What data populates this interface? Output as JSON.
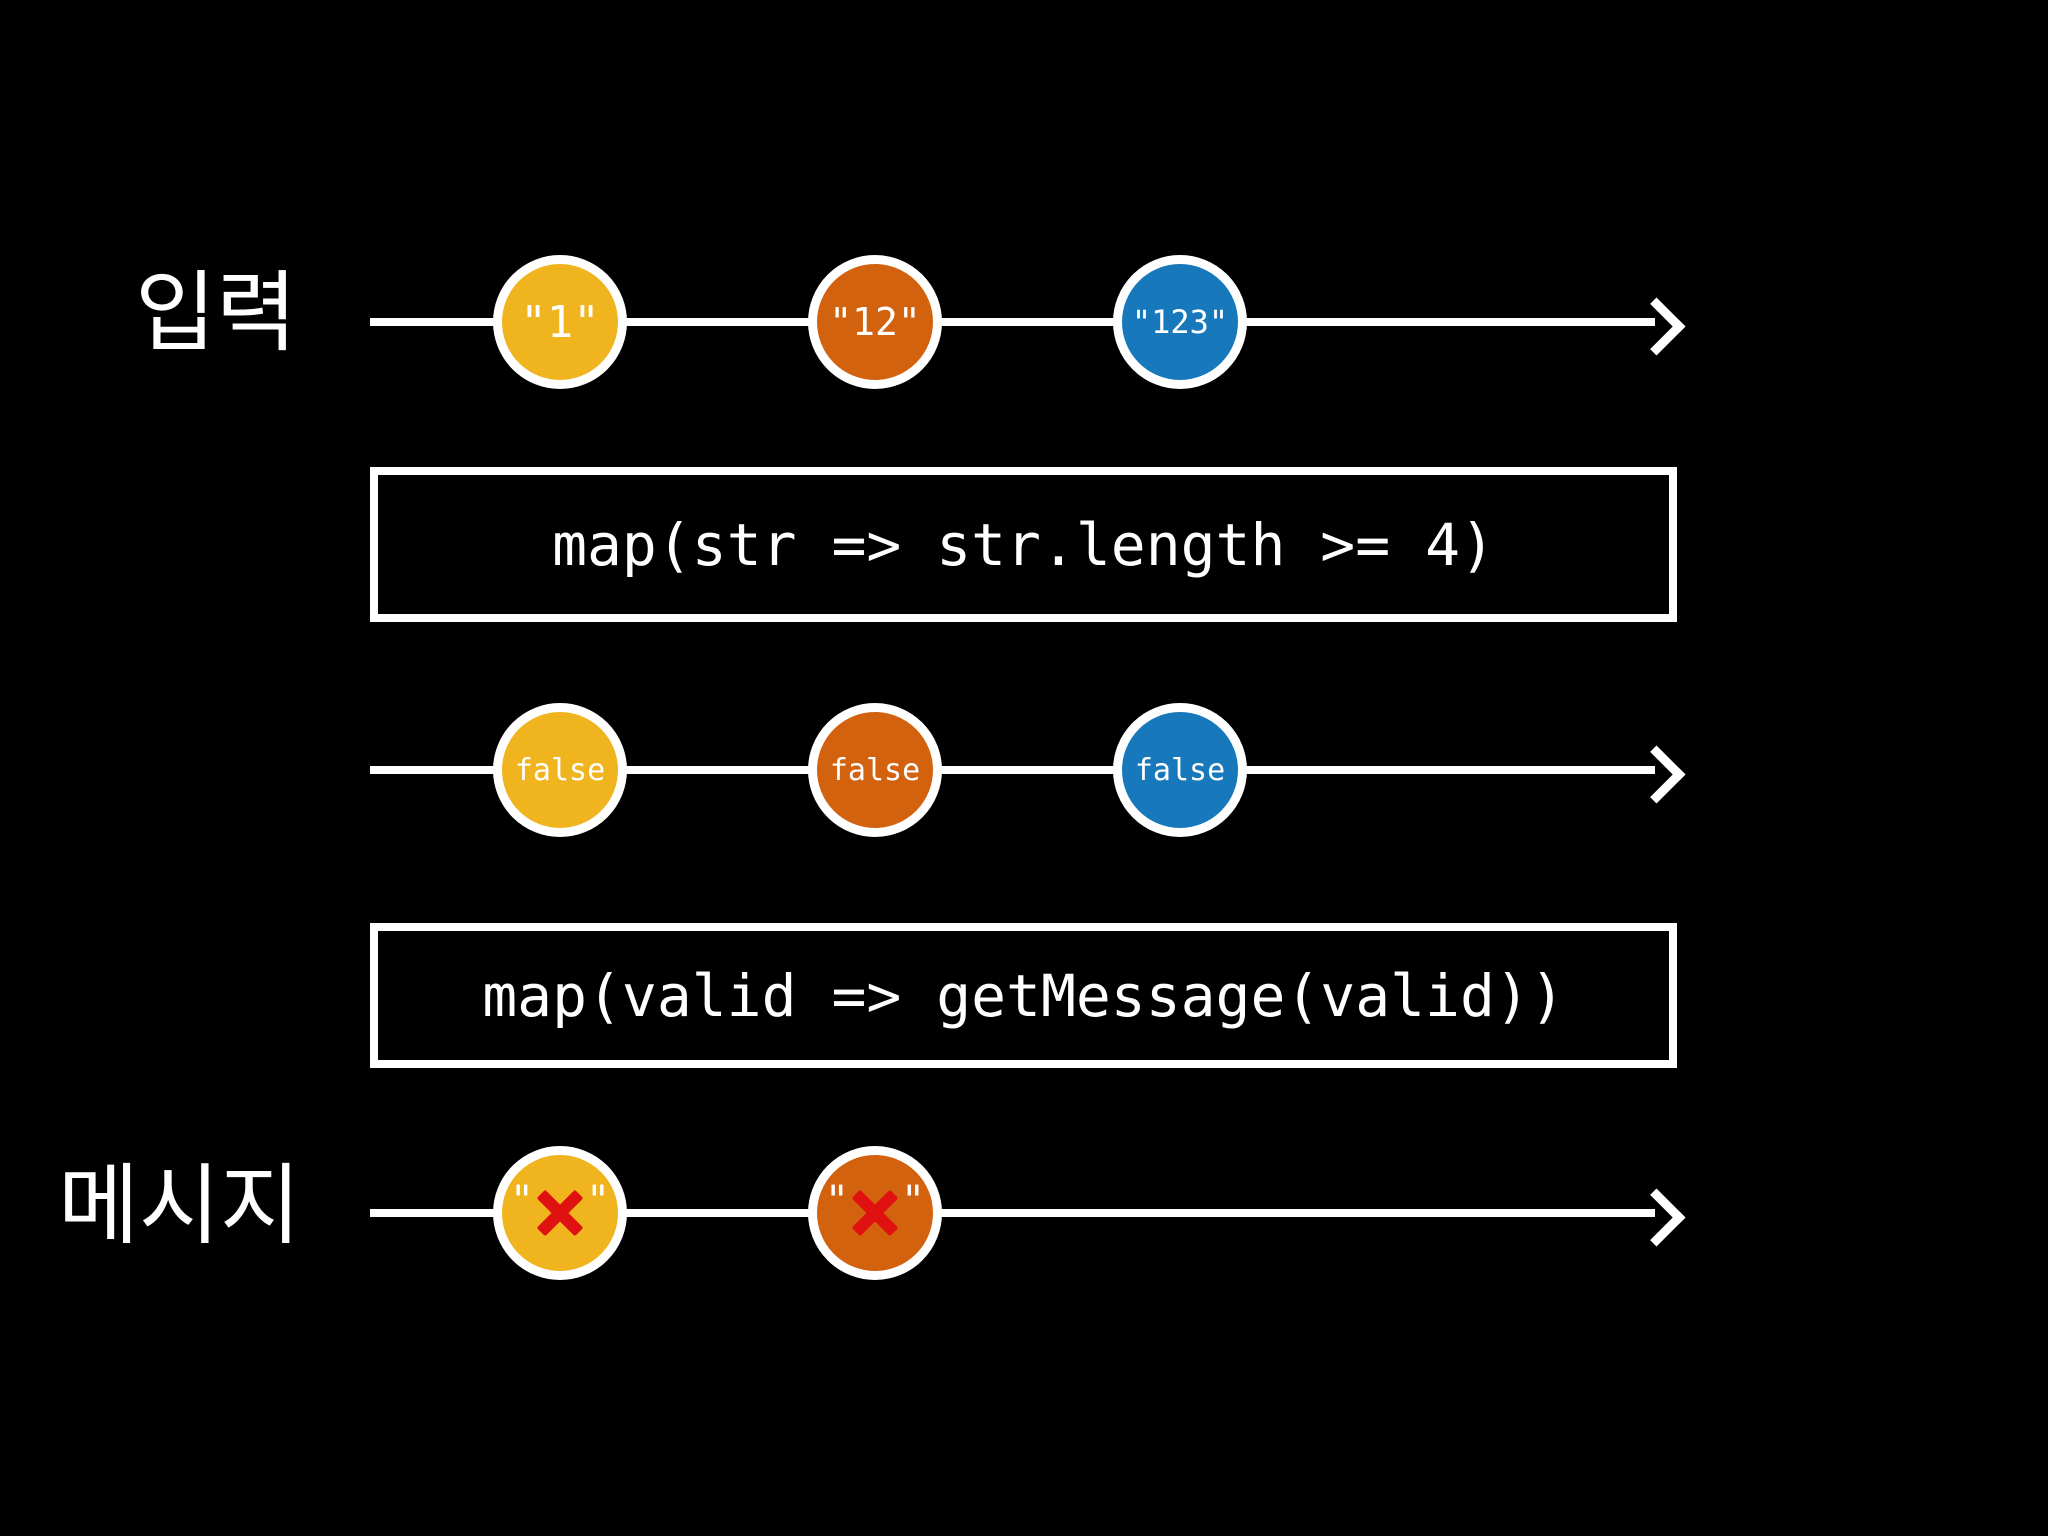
{
  "colors": {
    "background": "#000000",
    "stroke": "#FFFFFF",
    "yellow": "#F0B41E",
    "orange": "#D2620E",
    "blue": "#1779BC",
    "red": "#E01111"
  },
  "streams": {
    "input": {
      "label": "입력",
      "marbles": [
        {
          "text": "\"1\"",
          "color": "yellow"
        },
        {
          "text": "\"12\"",
          "color": "orange"
        },
        {
          "text": "\"123\"",
          "color": "blue"
        }
      ]
    },
    "validity": {
      "label": "",
      "marbles": [
        {
          "text": "false",
          "color": "yellow"
        },
        {
          "text": "false",
          "color": "orange"
        },
        {
          "text": "false",
          "color": "blue"
        }
      ]
    },
    "message": {
      "label": "메시지",
      "marbles": [
        {
          "open_quote": "\"",
          "icon": "red-x-icon",
          "close_quote": "\"",
          "color": "yellow"
        },
        {
          "open_quote": "\"",
          "icon": "red-x-icon",
          "close_quote": "\"",
          "color": "orange"
        }
      ]
    }
  },
  "operators": [
    {
      "code": "map(str => str.length >= 4)"
    },
    {
      "code": "map(valid => getMessage(valid))"
    }
  ]
}
